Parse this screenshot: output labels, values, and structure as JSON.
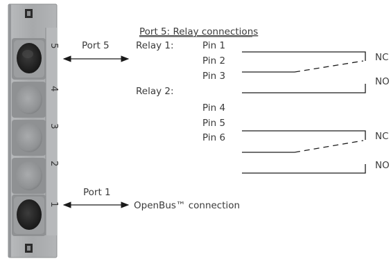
{
  "ports": {
    "top_label": "Port 5",
    "bottom_label": "Port 1",
    "top_right_label": "Port 5: Relay connections",
    "bottom_right_label": "OpenBus™ connection"
  },
  "relay1": {
    "label": "Relay 1:",
    "pins": [
      "Pin 1",
      "Pin 2",
      "Pin 3"
    ],
    "contacts": [
      "NC",
      "NO"
    ]
  },
  "relay2": {
    "label": "Relay 2:",
    "pins": [
      "Pin 4",
      "Pin 5",
      "Pin 6"
    ],
    "contacts": [
      "NC",
      "NO"
    ]
  },
  "module": {
    "port_numbers": [
      "5",
      "4",
      "3",
      "2",
      "1"
    ]
  },
  "colors": {
    "module_body": "#a9abad",
    "module_light": "#c6c8ca",
    "module_dark": "#7d7f81",
    "socket_black": "#2a2a2a",
    "line": "#1a1a1a"
  }
}
